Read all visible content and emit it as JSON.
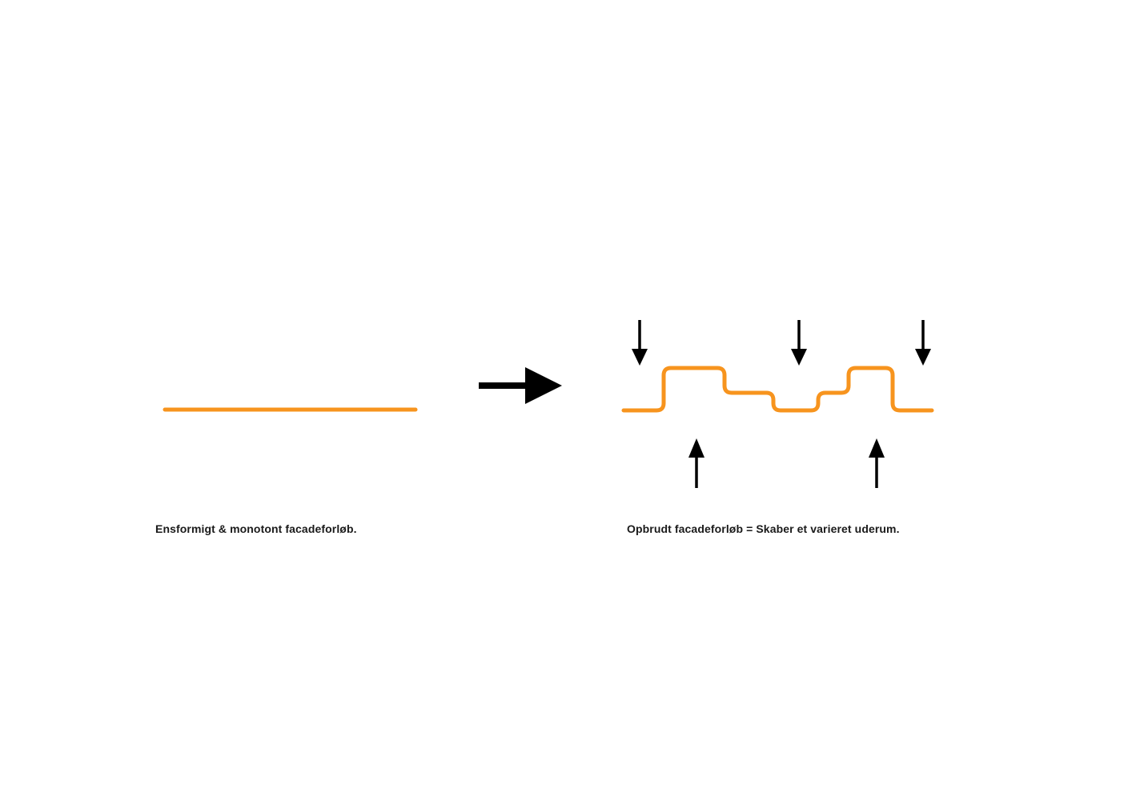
{
  "colors": {
    "facade": "#F7941E",
    "ink": "#000000",
    "text": "#1A1A1A",
    "background": "#FFFFFF"
  },
  "before": {
    "caption": "Ensformigt & monotont facadeforløb."
  },
  "after": {
    "caption": "Opbrudt facadeforløb = Skaber et varieret uderum.",
    "down_arrow_count": 3,
    "up_arrow_count": 2
  }
}
